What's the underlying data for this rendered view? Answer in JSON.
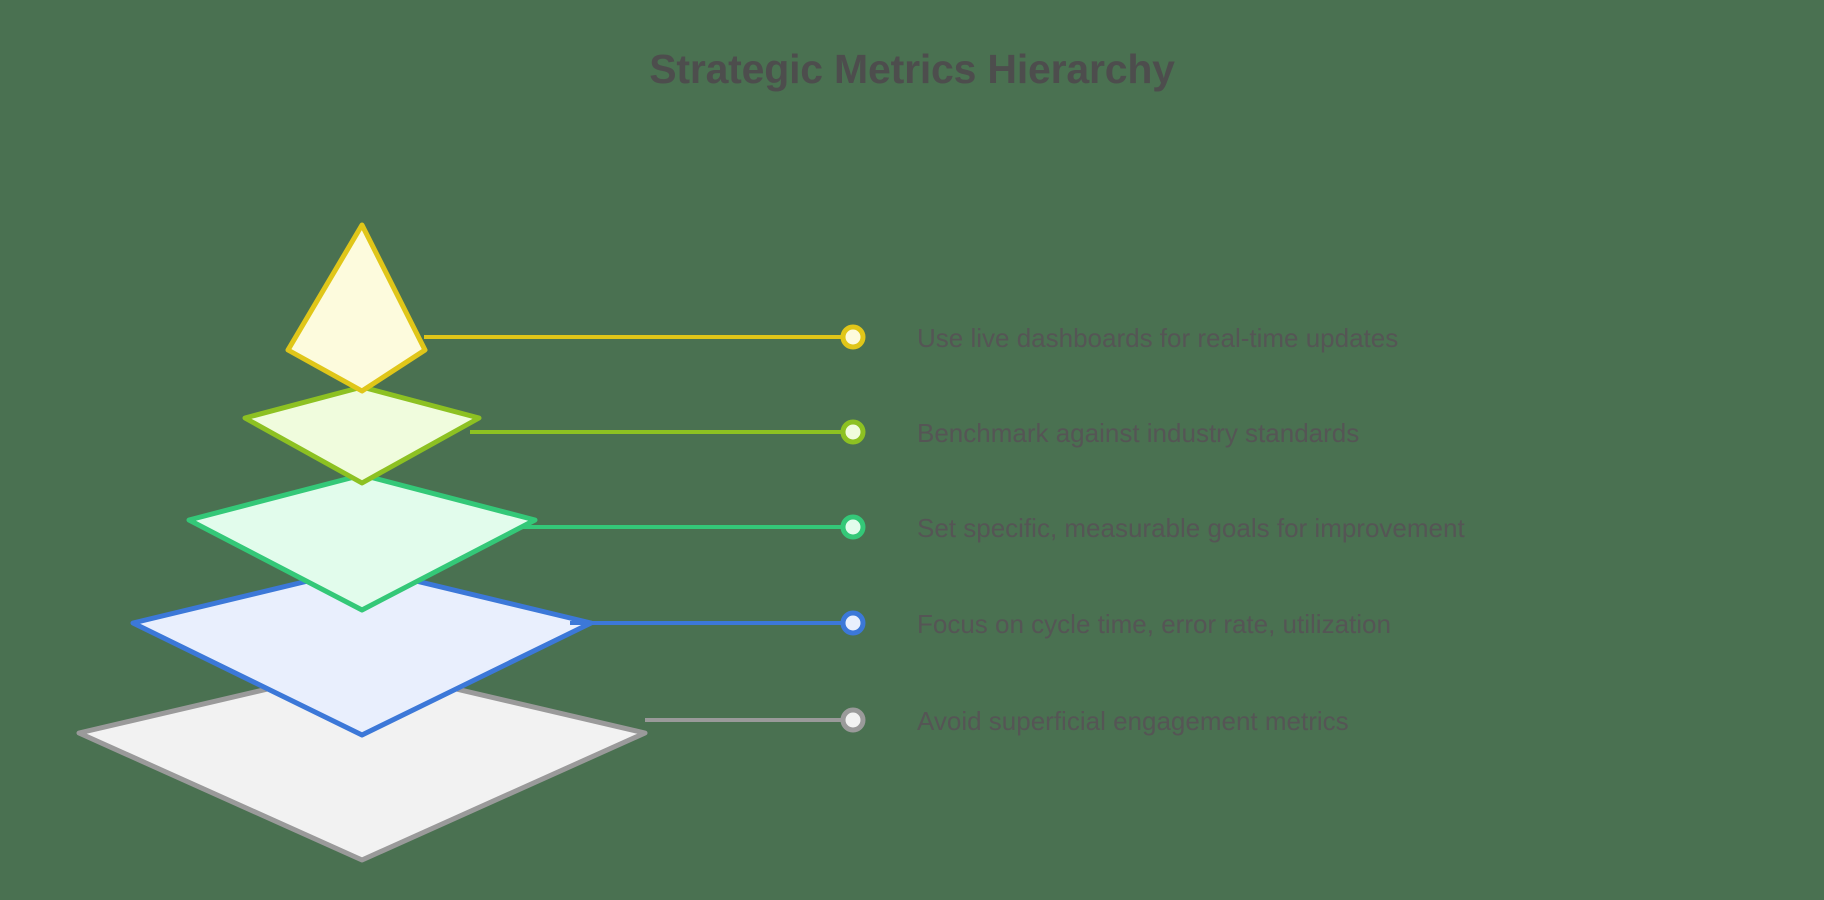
{
  "page": {
    "title": "Strategic Metrics Hierarchy",
    "background_color": "#4a7151",
    "title_color": "#4d4d4d",
    "label_color": "#555555"
  },
  "chart_data": {
    "type": "pyramid",
    "title": "Strategic Metrics Hierarchy",
    "layout": "stacked-isometric-diamonds, 5 levels, narrowest at top",
    "legend": "none",
    "grid": false,
    "levels": [
      {
        "index": 0,
        "position": "top",
        "label": "Use live dashboards for real-time updates",
        "stroke": "#e0c619",
        "fill": "#fdfbdd",
        "marker_fill": "#fdfbdd",
        "width_ratio": 0.22,
        "shape": "apex-triangle-top"
      },
      {
        "index": 1,
        "position": "second",
        "label": "Benchmark against industry standards",
        "stroke": "#8dc122",
        "fill": "#f0fcdd",
        "marker_fill": "#f0fcdd",
        "width_ratio": 0.42,
        "shape": "diamond"
      },
      {
        "index": 2,
        "position": "third",
        "label": "Set specific, measurable goals for improvement",
        "stroke": "#34c878",
        "fill": "#e2fcec",
        "marker_fill": "#e2fcec",
        "width_ratio": 0.62,
        "shape": "diamond"
      },
      {
        "index": 3,
        "position": "fourth",
        "label": "Focus on cycle time, error rate, utilization",
        "stroke": "#3c78d8",
        "fill": "#e9effd",
        "marker_fill": "#e9effd",
        "width_ratio": 0.81,
        "shape": "diamond"
      },
      {
        "index": 4,
        "position": "bottom",
        "label": "Avoid superficial engagement metrics",
        "stroke": "#9a9a9a",
        "fill": "#f2f2f2",
        "marker_fill": "#f2f2f2",
        "width_ratio": 1.0,
        "shape": "diamond"
      }
    ]
  },
  "labels": {
    "l0": "Use live dashboards for real-time updates",
    "l1": "Benchmark against industry standards",
    "l2": "Set specific, measurable goals for improvement",
    "l3": "Focus on cycle time, error rate, utilization",
    "l4": "Avoid superficial engagement metrics"
  }
}
